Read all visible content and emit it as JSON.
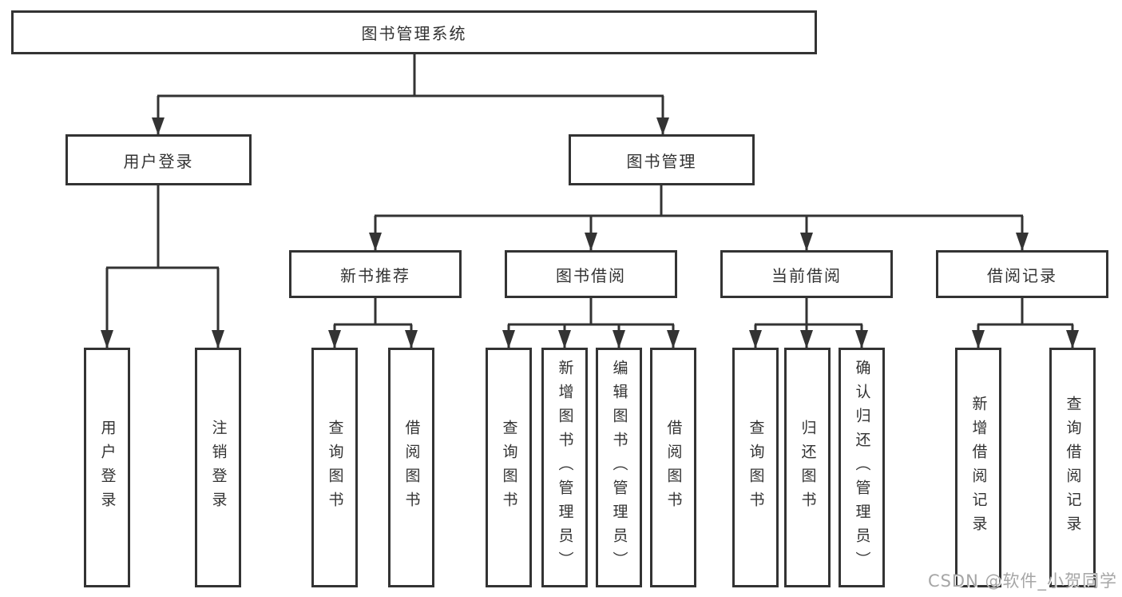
{
  "diagram_title": "图书管理系统",
  "tree": {
    "root": {
      "label": "图书管理系统"
    },
    "branches": [
      {
        "label": "用户登录",
        "children": [
          {
            "label": "用户登录"
          },
          {
            "label": "注销登录"
          }
        ]
      },
      {
        "label": "图书管理",
        "children": [
          {
            "label": "新书推荐",
            "children": [
              {
                "label": "查询图书"
              },
              {
                "label": "借阅图书"
              }
            ]
          },
          {
            "label": "图书借阅",
            "children": [
              {
                "label": "查询图书"
              },
              {
                "label": "新增图书（管理员）"
              },
              {
                "label": "编辑图书（管理员）"
              },
              {
                "label": "借阅图书"
              }
            ]
          },
          {
            "label": "当前借阅",
            "children": [
              {
                "label": "查询图书"
              },
              {
                "label": "归还图书"
              },
              {
                "label": "确认归还（管理员）"
              }
            ]
          },
          {
            "label": "借阅记录",
            "children": [
              {
                "label": "新增借阅记录"
              },
              {
                "label": "查询借阅记录"
              }
            ]
          }
        ]
      }
    ]
  },
  "watermark": {
    "text": "CSDN @软件_小贺同学"
  },
  "colors": {
    "line": "#333333",
    "node_border": "#333333",
    "text": "#333333",
    "watermark": "#a6a6a6",
    "background": "#ffffff"
  }
}
